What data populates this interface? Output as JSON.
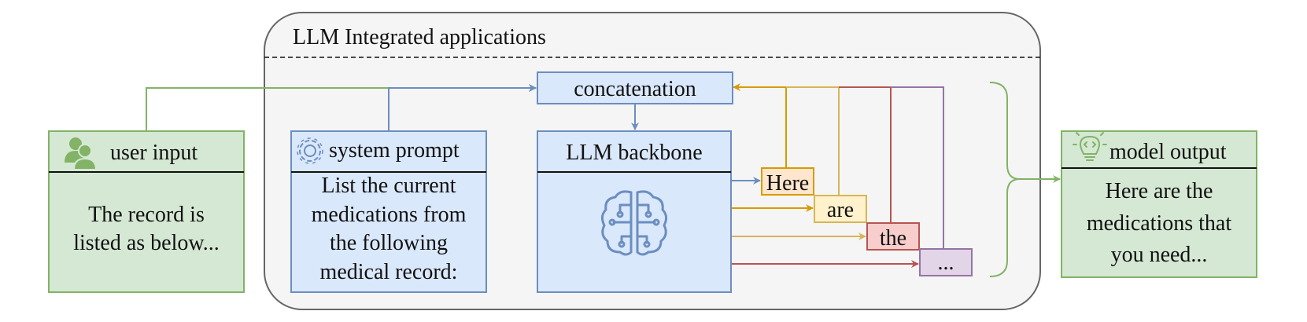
{
  "container": {
    "title": "LLM Integrated applications"
  },
  "user_input": {
    "header": "user input",
    "icon": "user-group-icon",
    "body_lines": [
      "The record is",
      "listed as below..."
    ]
  },
  "system_prompt": {
    "header": "system prompt",
    "icon": "gear-icon",
    "body_lines": [
      "List the current",
      "medications from",
      "the following",
      "medical record:"
    ]
  },
  "concatenation": {
    "label": "concatenation"
  },
  "backbone": {
    "header": "LLM backbone",
    "icon": "brain-circuit-icon"
  },
  "tokens": [
    {
      "text": "Here",
      "fill": "#ffe6cc",
      "stroke": "#d79b00",
      "arrow": "#6c8ebf",
      "feedback": "#d79b00"
    },
    {
      "text": "are",
      "fill": "#fff2cc",
      "stroke": "#d6b656",
      "arrow": "#d79b00",
      "feedback": "#d6b656"
    },
    {
      "text": "the",
      "fill": "#f8cecc",
      "stroke": "#b85450",
      "arrow": "#d6b656",
      "feedback": "#b85450"
    },
    {
      "text": "...",
      "fill": "#e1d5e7",
      "stroke": "#9673a6",
      "arrow": "#b85450",
      "feedback": "#9673a6"
    }
  ],
  "model_output": {
    "header": "model output",
    "icon": "lightbulb-code-icon",
    "body_lines": [
      "Here are the",
      "medications that",
      "you need..."
    ]
  },
  "colors": {
    "green_fill": "#d5e8d4",
    "green_stroke": "#82b366",
    "blue_fill": "#dae8fc",
    "blue_stroke": "#6c8ebf",
    "container_fill": "#f5f5f5",
    "container_stroke": "#666666"
  }
}
